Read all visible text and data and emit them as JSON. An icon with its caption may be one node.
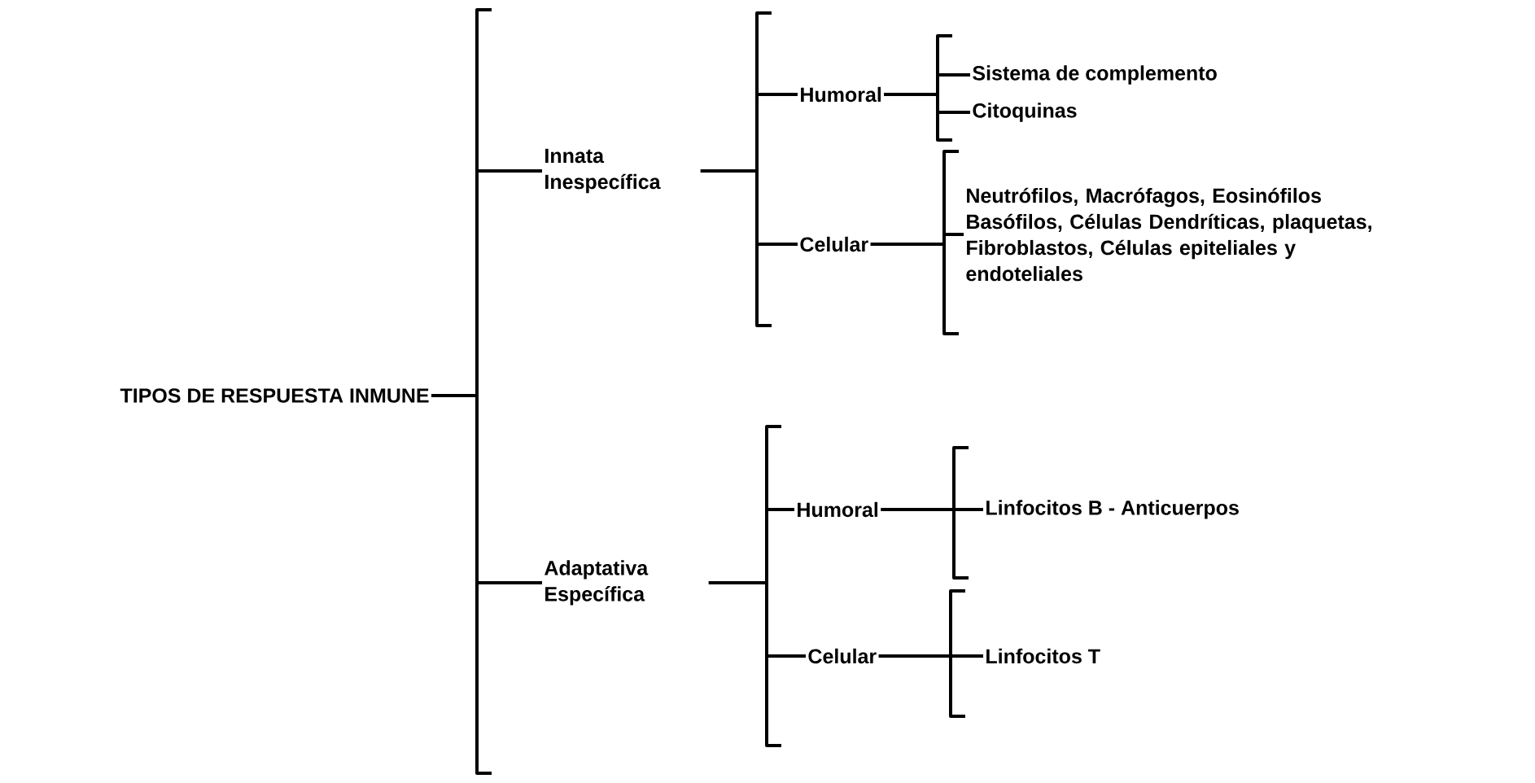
{
  "diagram": {
    "nodes": [
      {
        "text": [
          "TIPOS DE RESPUESTA INMUNE"
        ]
      },
      {
        "text": [
          "Innata Inespecífica"
        ]
      },
      {
        "text": [
          "Adaptativa Específica"
        ]
      },
      {
        "text": [
          "Humoral"
        ]
      },
      {
        "text": [
          "Celular"
        ]
      },
      {
        "text": [
          "Sistema de complemento"
        ]
      },
      {
        "text": [
          "Citoquinas"
        ]
      },
      {
        "text": [
          "Neutrófilos, Macrófagos, Eosinófilos Basófilos, Células Dendríticas, plaquetas, Fibroblastos, Células epiteliales y endoteliales"
        ]
      },
      {
        "text": [
          "Humoral"
        ]
      },
      {
        "text": [
          "Celular"
        ]
      },
      {
        "text": [
          "Linfocitos B - Anticuerpos"
        ]
      },
      {
        "text": [
          "Linfocitos T"
        ]
      }
    ],
    "edges": [
      {
        "from": 0,
        "to": 1,
        "arrow": "none"
      },
      {
        "from": 0,
        "to": 2,
        "arrow": "none"
      },
      {
        "from": 1,
        "to": 3,
        "arrow": "none"
      },
      {
        "from": 1,
        "to": 4,
        "arrow": "none"
      },
      {
        "from": 3,
        "to": 5,
        "arrow": "none"
      },
      {
        "from": 3,
        "to": 6,
        "arrow": "none"
      },
      {
        "from": 4,
        "to": 7,
        "arrow": "none"
      },
      {
        "from": 2,
        "to": 8,
        "arrow": "none"
      },
      {
        "from": 2,
        "to": 9,
        "arrow": "none"
      },
      {
        "from": 8,
        "to": 10,
        "arrow": "none"
      },
      {
        "from": 9,
        "to": 11,
        "arrow": "none"
      }
    ]
  }
}
